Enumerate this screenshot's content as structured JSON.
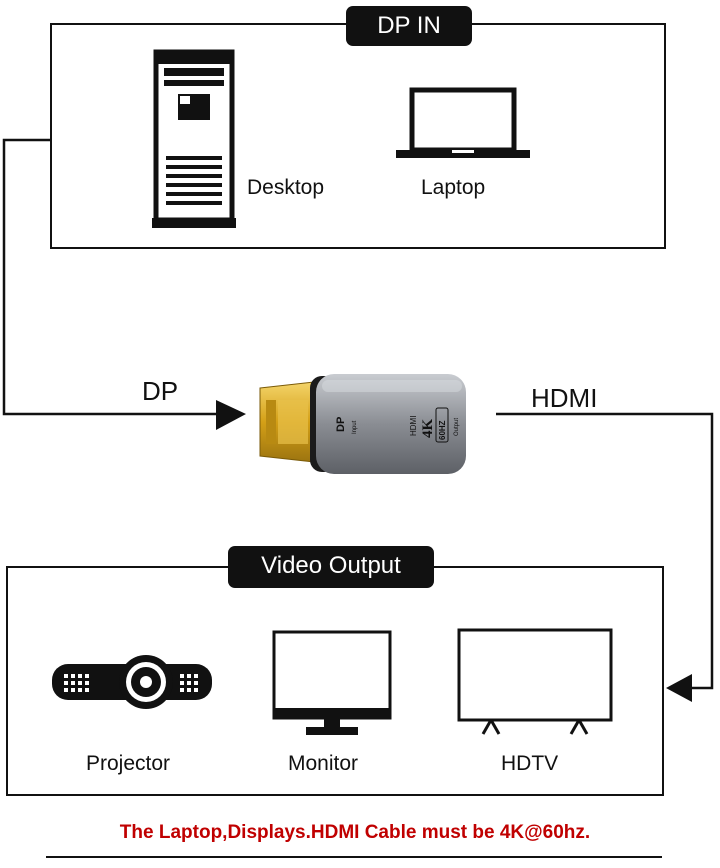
{
  "input_section": {
    "title": "DP IN",
    "devices": [
      {
        "label": "Desktop",
        "icon": "desktop-tower-icon"
      },
      {
        "label": "Laptop",
        "icon": "laptop-icon"
      }
    ]
  },
  "adapter": {
    "input_label": "DP",
    "output_label": "HDMI",
    "body_text_left": "DP",
    "body_text_left_sub": "Input",
    "body_text_right_1": "HDMI",
    "body_text_right_2": "4K",
    "body_text_right_3": "60HZ",
    "body_text_right_4": "Output"
  },
  "output_section": {
    "title": "Video Output",
    "devices": [
      {
        "label": "Projector",
        "icon": "projector-icon"
      },
      {
        "label": "Monitor",
        "icon": "monitor-icon"
      },
      {
        "label": "HDTV",
        "icon": "hdtv-icon"
      }
    ]
  },
  "footer_note": "The Laptop,Displays.HDMI Cable must be 4K@60hz.",
  "colors": {
    "line": "#111111",
    "note": "#c00000",
    "adapter_body": "#8a8d93",
    "connector_gold": "#d4a017"
  }
}
